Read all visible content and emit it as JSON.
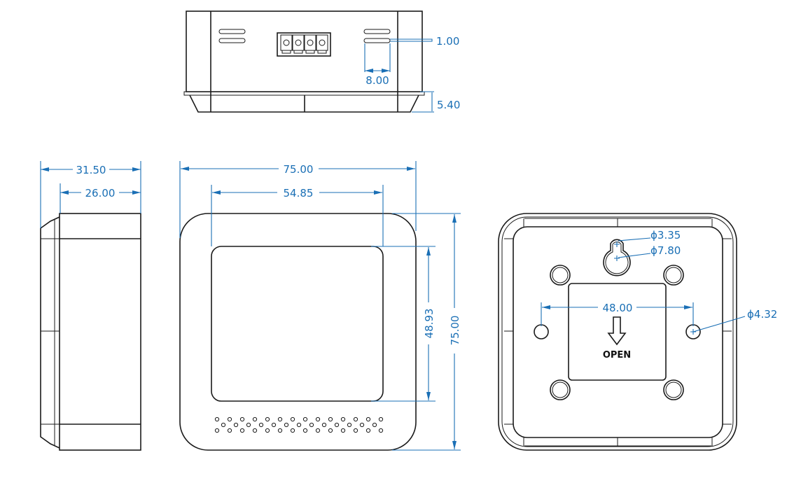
{
  "colors": {
    "dimension": "#1a6fb5",
    "outline": "#1a1a1a"
  },
  "top_view": {
    "slot_thickness": "1.00",
    "slot_length": "8.00",
    "ledge_height": "5.40"
  },
  "side_view": {
    "total_depth": "31.50",
    "body_depth": "26.00"
  },
  "front_view": {
    "width": "75.00",
    "screen_width": "54.85",
    "screen_height": "48.93",
    "height": "75.00"
  },
  "back_view": {
    "keyhole_small": "ϕ3.35",
    "keyhole_large": "ϕ7.80",
    "hole_spacing": "48.00",
    "hole_diameter": "ϕ4.32",
    "plate_label": "OPEN"
  }
}
